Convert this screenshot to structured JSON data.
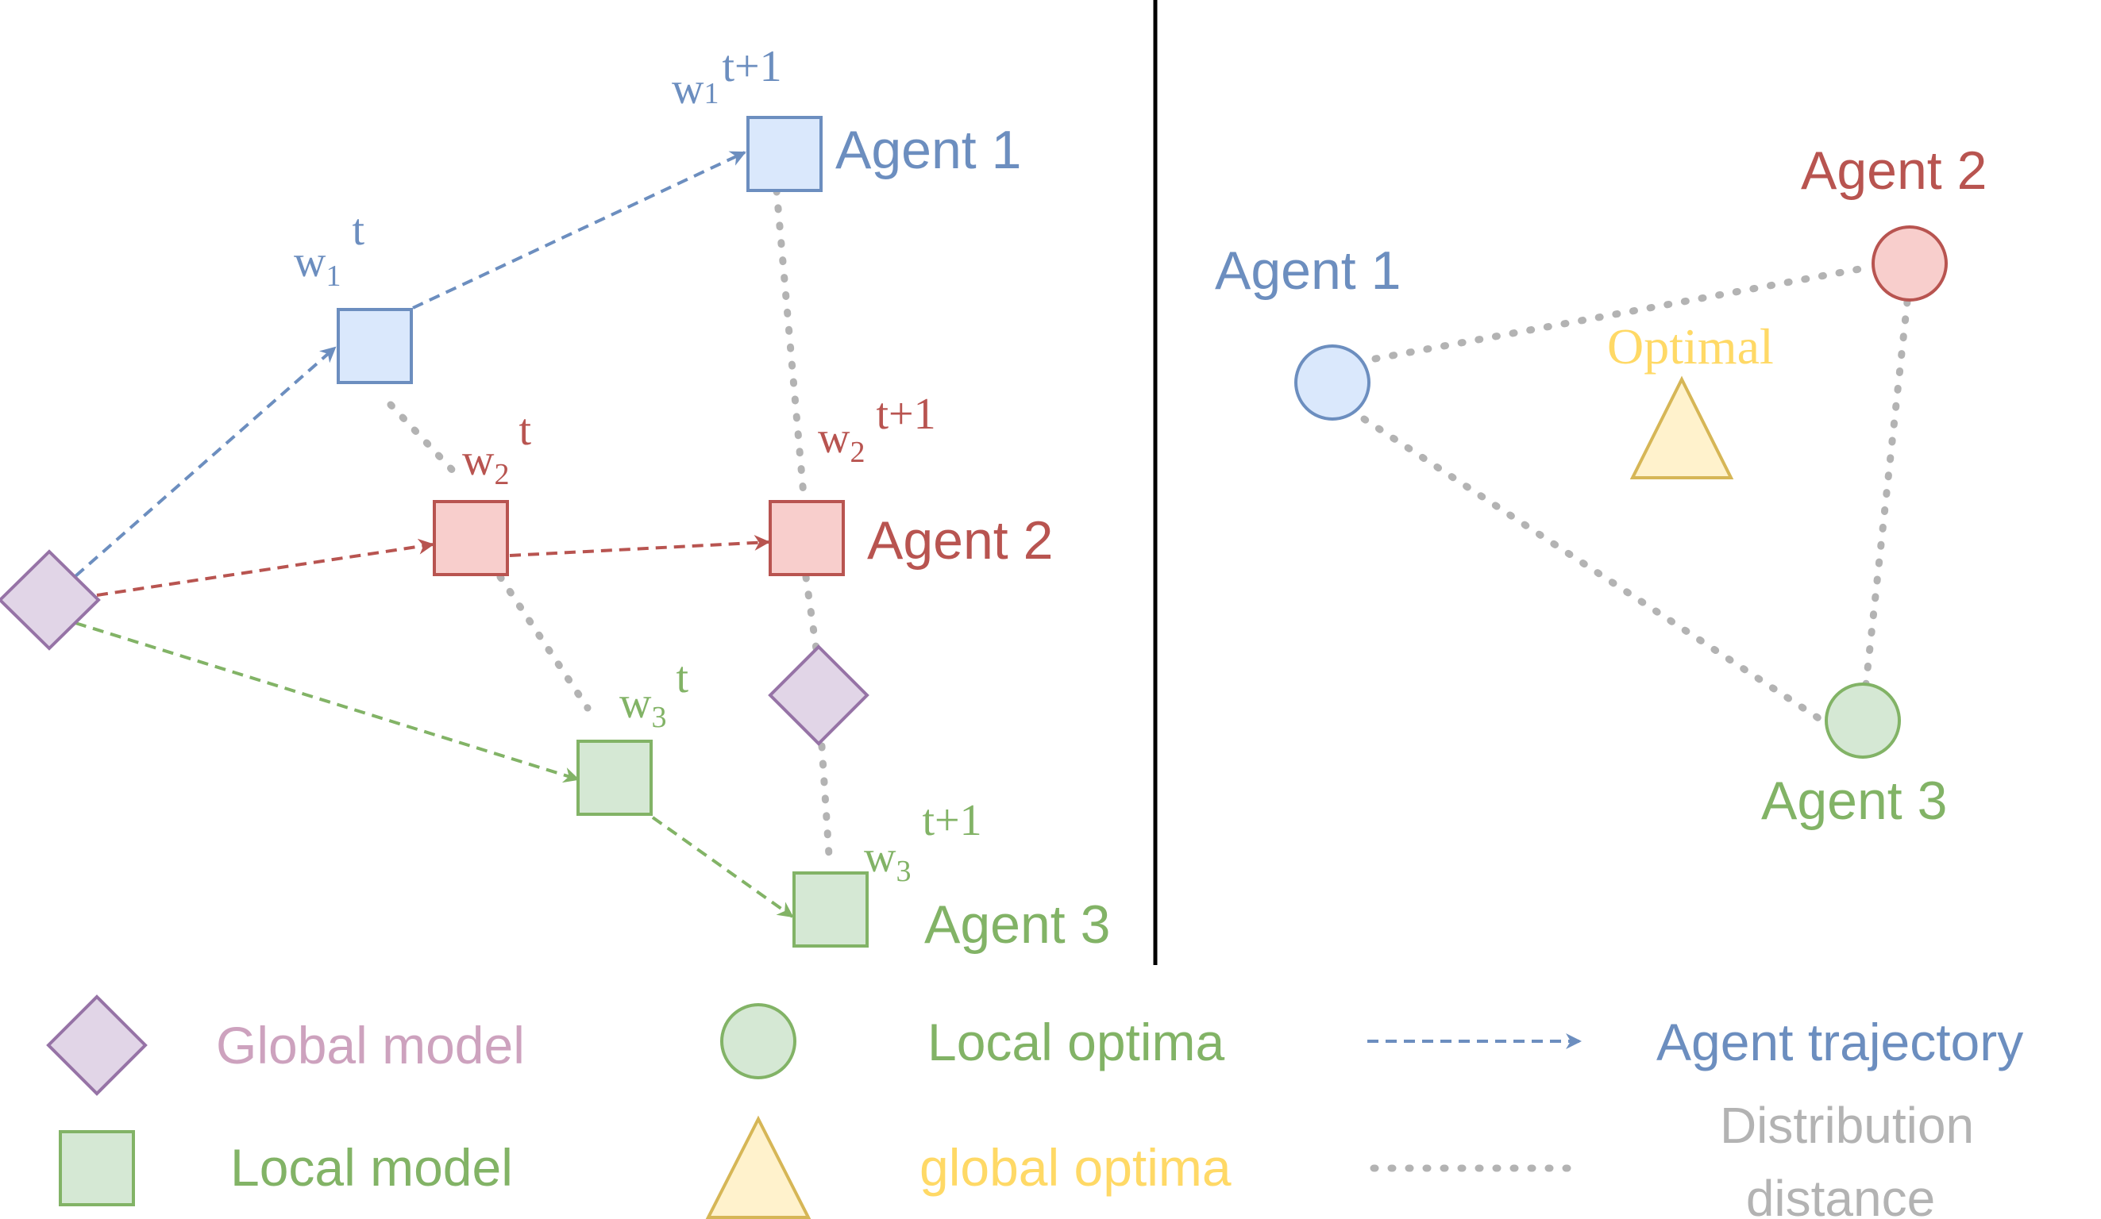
{
  "colors": {
    "blue_stroke": "#6c8ebf",
    "blue_fill": "#dae8fc",
    "red_stroke": "#b85450",
    "red_fill": "#f8cecc",
    "green_stroke": "#82b366",
    "green_fill": "#d5e8d4",
    "purple_stroke": "#9673a6",
    "purple_fill": "#e1d5e7",
    "yellow_stroke": "#d6b656",
    "yellow_fill": "#fff2cc",
    "gray": "#b3b3b3",
    "global_model_text": "#cda2be",
    "optimal_text": "#ffd966",
    "divider": "#000000"
  },
  "left_panel": {
    "agent1": "Agent 1",
    "agent2": "Agent 2",
    "agent3": "Agent 3",
    "w1t": {
      "base": "w",
      "sub": "1",
      "sup": "t"
    },
    "w1t1": {
      "base": "w",
      "sub": "1",
      "sup": "t+1"
    },
    "w2t": {
      "base": "w",
      "sub": "2",
      "sup": "t"
    },
    "w2t1": {
      "base": "w",
      "sub": "2",
      "sup": "t+1"
    },
    "w3t": {
      "base": "w",
      "sub": "3",
      "sup": "t"
    },
    "w3t1": {
      "base": "w",
      "sub": "3",
      "sup": "t+1"
    }
  },
  "right_panel": {
    "agent1": "Agent 1",
    "agent2": "Agent 2",
    "agent3": "Agent 3",
    "optimal": "Optimal"
  },
  "legend": {
    "global_model": "Global model",
    "local_model": "Local model",
    "local_optima": "Local optima",
    "global_optima": "global optima",
    "agent_trajectory": "Agent trajectory",
    "distribution_distance_line1": "Distribution",
    "distribution_distance_line2": "distance"
  }
}
